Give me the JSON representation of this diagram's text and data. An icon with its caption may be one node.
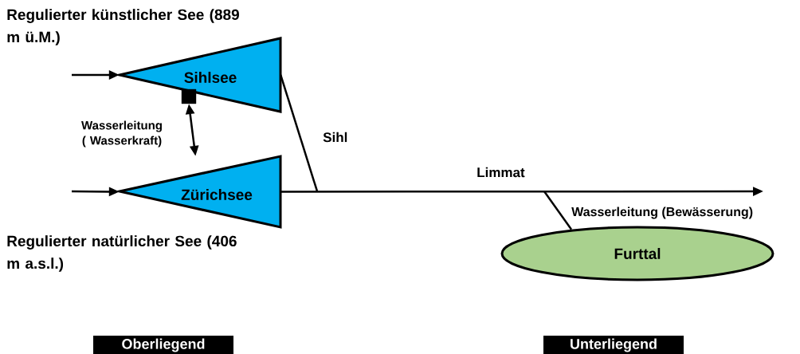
{
  "diagram": {
    "nodes": [
      {
        "text": [
          "Sihlsee"
        ],
        "beside": [
          "Regulierter künstlicher See (889 m ü.M.)"
        ]
      },
      {
        "text": [],
        "shape": "box"
      },
      {
        "text": [
          "Zürichsee"
        ],
        "beside": [
          "Regulierter natürlicher See (406 m a.s.l.)"
        ]
      },
      {
        "text": [
          "Furttal"
        ]
      },
      {
        "text": [
          "Oberliegend"
        ]
      },
      {
        "text": [
          "Unterliegend"
        ]
      }
    ],
    "edges": [
      {
        "from": null,
        "to": 0,
        "arrow": "to"
      },
      {
        "from": null,
        "to": 2,
        "arrow": "to"
      },
      {
        "from": 1,
        "to": 2,
        "arrow": "both",
        "label": "Wasserleitung ( Wasserkraft)"
      },
      {
        "from": 0,
        "to": null,
        "arrow": "none",
        "label": "Sihl"
      },
      {
        "from": 2,
        "to": null,
        "arrow": "to",
        "label": "Limmat"
      },
      {
        "from": null,
        "to": 3,
        "arrow": "none",
        "label": "Wasserleitung (Bewässerung)"
      }
    ]
  }
}
